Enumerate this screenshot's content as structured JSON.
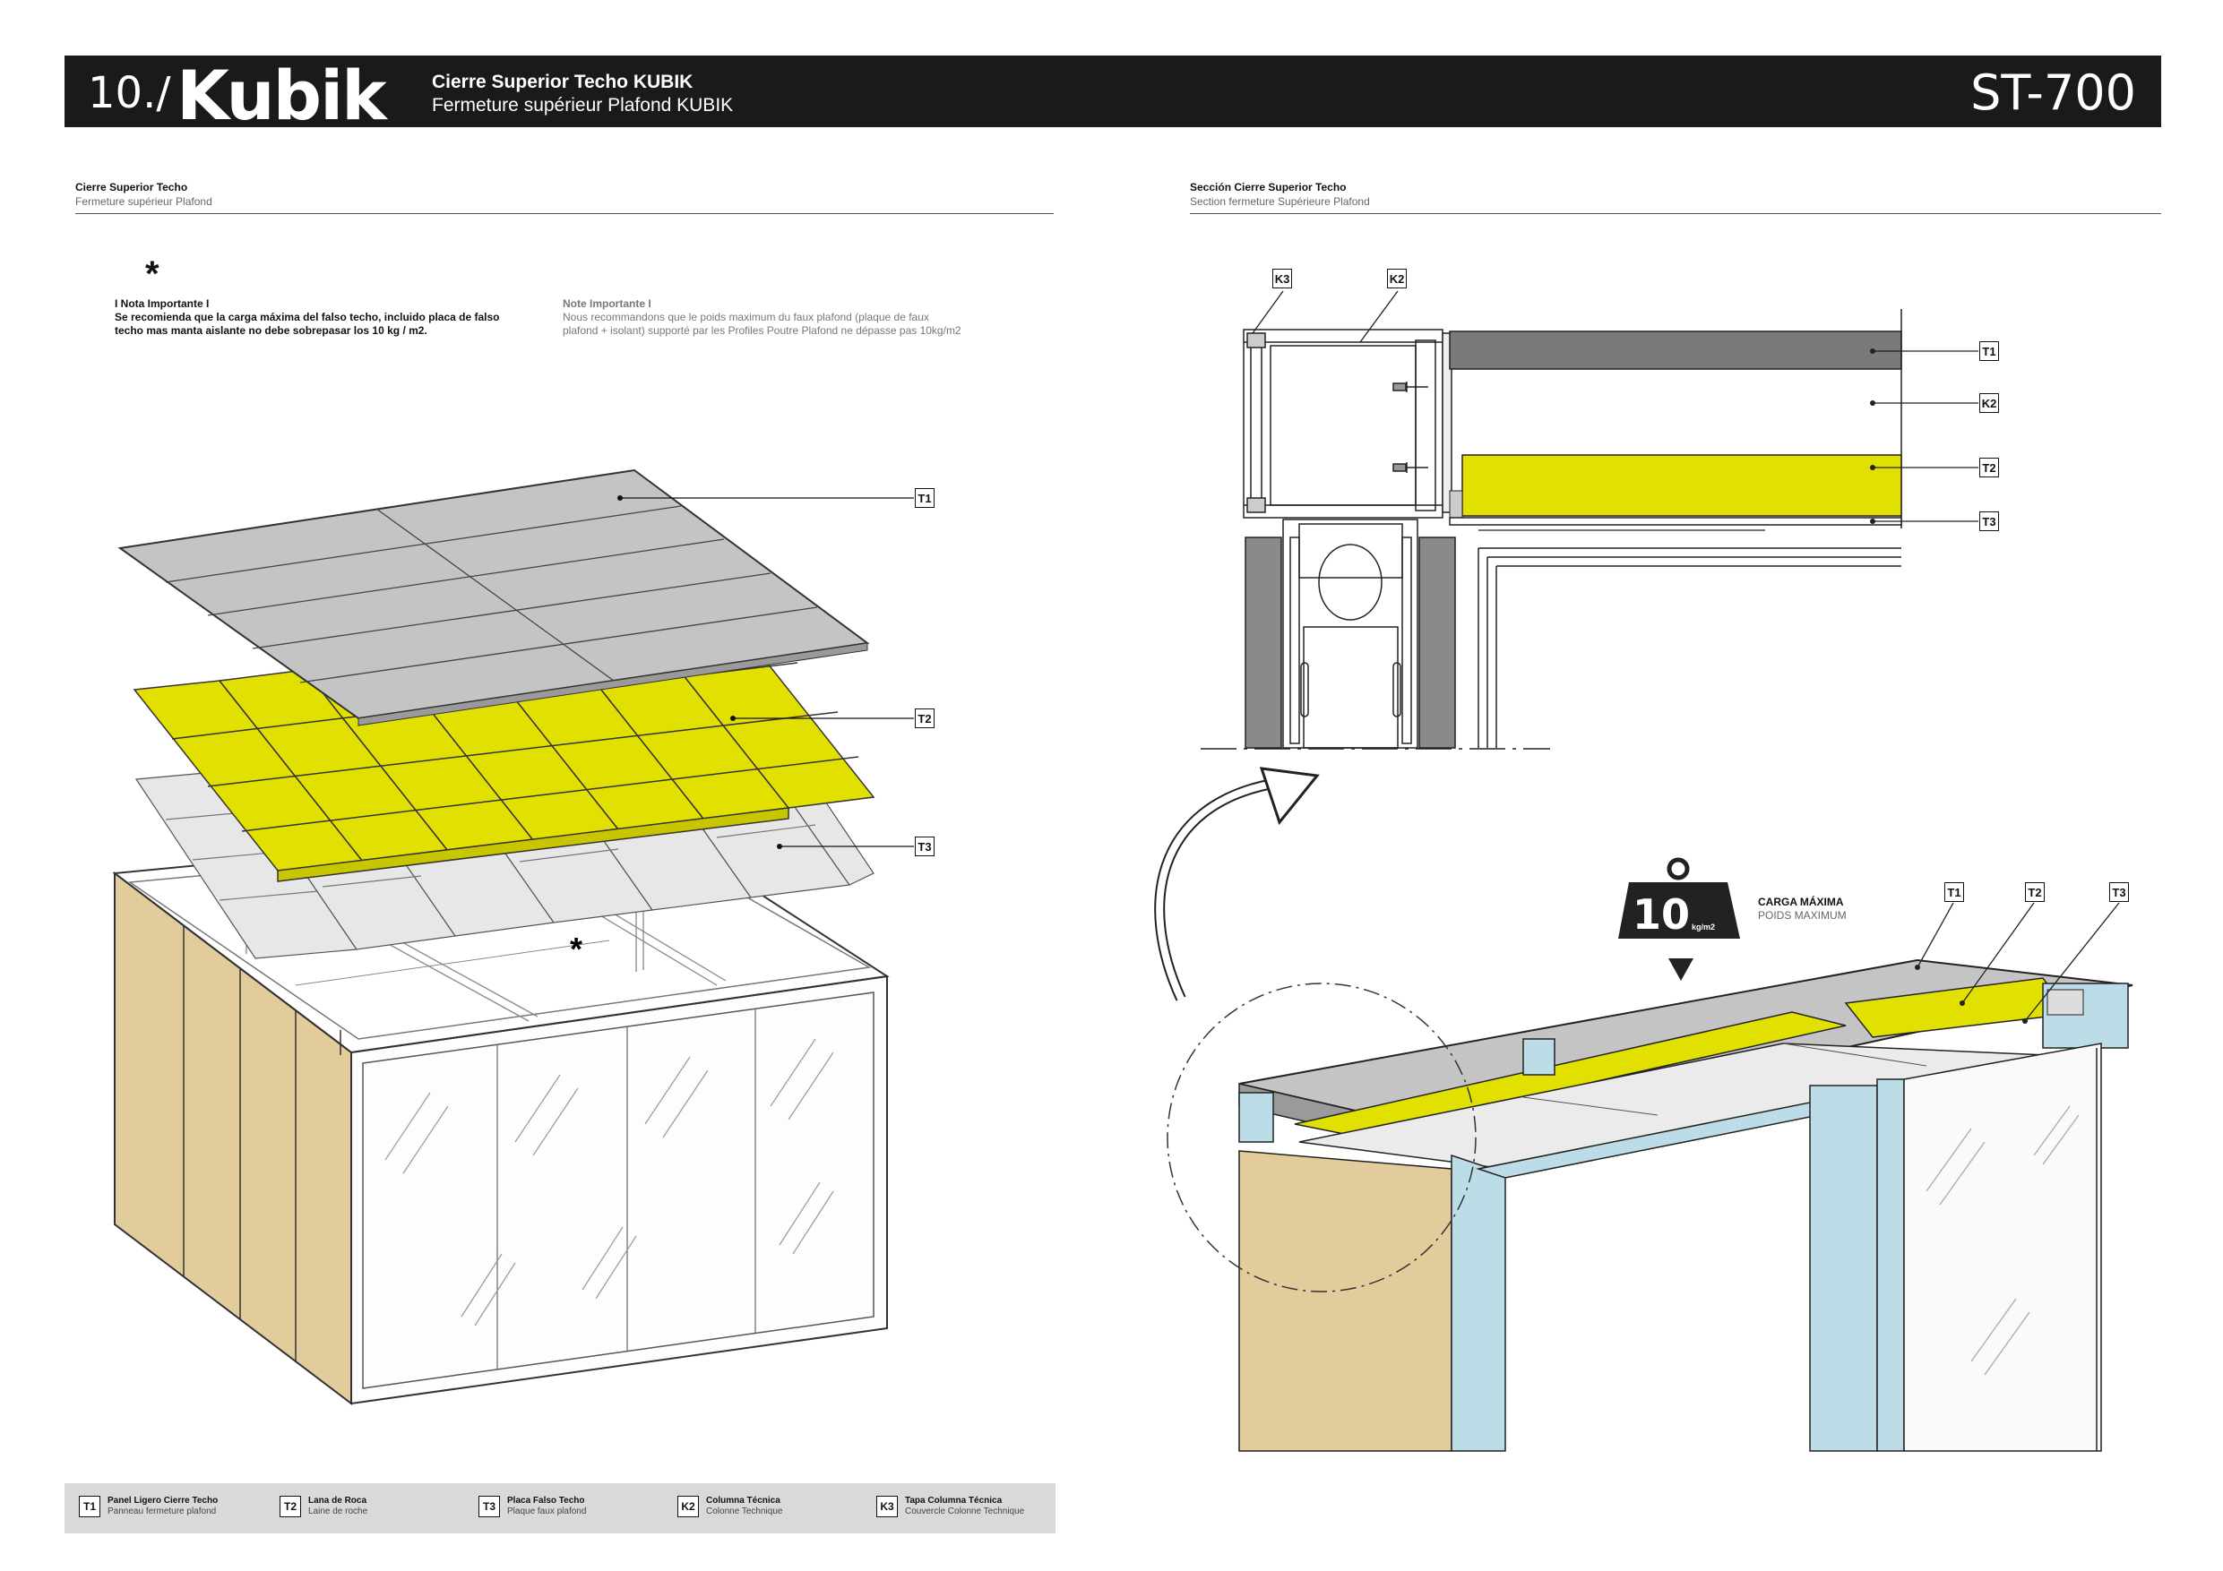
{
  "header": {
    "number": "10./",
    "brand": "Kubik",
    "title_es": "Cierre Superior Techo KUBIK",
    "title_fr": "Fermeture supérieur Plafond KUBIK",
    "code": "ST-700"
  },
  "left_section": {
    "title_es": "Cierre Superior Techo",
    "title_fr": "Fermeture supérieur Plafond"
  },
  "right_section": {
    "title_es": "Sección Cierre Superior Techo",
    "title_fr": "Section fermeture Supérieure Plafond"
  },
  "notes": {
    "asterisk": "*",
    "es_heading": "I Nota Importante I",
    "es_line1": "Se recomienda que la carga máxima del falso techo, incluido placa de falso",
    "es_line2": "techo mas manta aislante no debe sobrepasar los 10 kg / m2.",
    "fr_heading": "Note Importante I",
    "fr_line1": "Nous recommandons que le poids maximum du faux plafond (plaque de faux",
    "fr_line2": "plafond + isolant) supporté par les Profiles Poutre Plafond ne dépasse pas 10kg/m2"
  },
  "tags": {
    "t1": "T1",
    "t2": "T2",
    "t3": "T3",
    "k2": "K2",
    "k3": "K3"
  },
  "load": {
    "value": "10",
    "unit": "kg/m2",
    "label_es": "CARGA MÁXIMA",
    "label_fr": "POIDS MAXIMUM"
  },
  "legend": [
    {
      "code": "T1",
      "es": "Panel Ligero Cierre Techo",
      "fr": "Panneau fermeture plafond"
    },
    {
      "code": "T2",
      "es": "Lana de Roca",
      "fr": "Laine de roche"
    },
    {
      "code": "T3",
      "es": "Placa Falso Techo",
      "fr": "Plaque faux plafond"
    },
    {
      "code": "K2",
      "es": "Columna Técnica",
      "fr": "Colonne Technique"
    },
    {
      "code": "K3",
      "es": "Tapa Columna Técnica",
      "fr": "Couvercle Colonne Technique"
    }
  ],
  "colors": {
    "yellow": "#e2e000",
    "grey_panel": "#c4c4c4",
    "wood": "#e3cc9c",
    "glass": "#bcdde8",
    "header_bg": "#1a1a1a"
  }
}
